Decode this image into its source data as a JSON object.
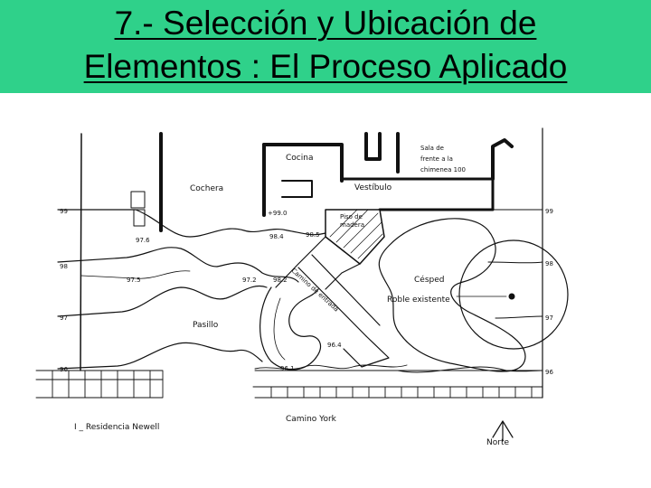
{
  "slide": {
    "title_line1": "7.- Selección y Ubicación de",
    "title_line2": "Elementos : El Proceso Aplicado",
    "header_color": "#2fd18a"
  },
  "plan": {
    "labels": {
      "cocina": "Cocina",
      "cochera": "Cochera",
      "sala_line1": "Sala de",
      "sala_line2": "frente a la",
      "sala_line3": "chimenea 100",
      "vestibulo": "Vestíbulo",
      "piso_line1": "Piso de",
      "piso_line2": "madera",
      "cesped": "Césped",
      "roble": "Roble existente",
      "camino_entrada": "Camino de entrada",
      "pasillo": "Pasillo",
      "camino_york": "Camino York",
      "residencia": "I _ Residencia Newell",
      "norte": "Norte"
    },
    "contour_labels": {
      "left_99": "99",
      "left_98": "98",
      "left_97": "97",
      "left_96": "96",
      "right_99": "99",
      "right_98": "98",
      "right_97": "97",
      "right_96": "96",
      "spot_990": "+99.0",
      "spot_984": "98.4",
      "spot_985": "98.5",
      "spot_976": "97.6",
      "spot_975": "97.5",
      "spot_972": "97.2",
      "spot_982": "98.2",
      "spot_964": "96.4",
      "spot_961": "96.1"
    }
  }
}
